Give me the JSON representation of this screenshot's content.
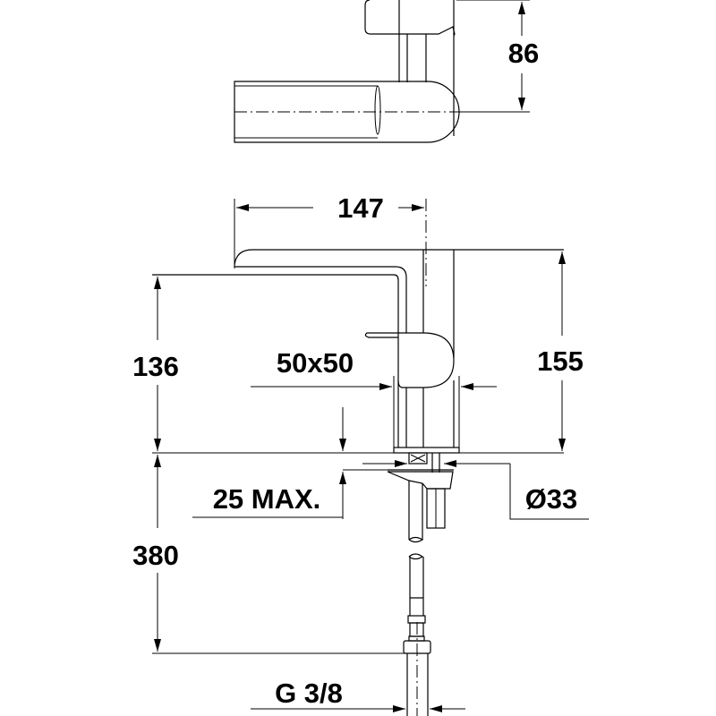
{
  "drawing": {
    "dimensions": {
      "top_view_depth": "86",
      "spout_reach": "147",
      "spout_height": "136",
      "total_height": "155",
      "base_size": "50x50",
      "max_counter_thickness": "25 MAX.",
      "hole_diameter": "Ø33",
      "hose_length": "380",
      "connection_thread": "G 3/8"
    },
    "colors": {
      "line": "#000000",
      "background": "#ffffff"
    }
  }
}
